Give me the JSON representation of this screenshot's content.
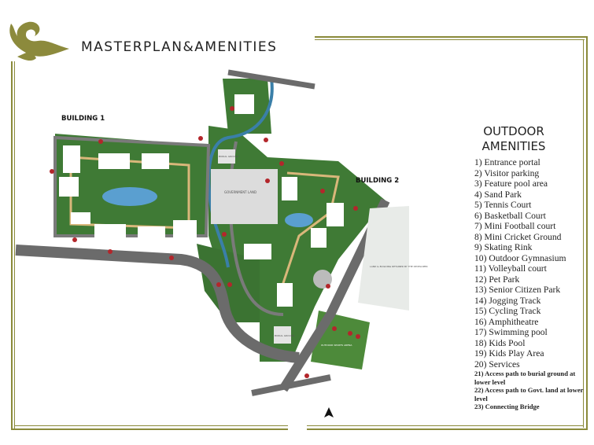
{
  "header": {
    "title": "MASTERPLAN&AMENITIES"
  },
  "legend": {
    "title_line1": "OUTDOOR",
    "title_line2": "AMENITIES",
    "items": [
      "1)  Entrance portal",
      "2)  Visitor parking",
      "3)  Feature pool area",
      "4)  Sand Park",
      "5)  Tennis Court",
      "6)  Basketball Court",
      "7)  Mini Football court",
      "8)  Mini Cricket Ground",
      "9)  Skating Rink",
      "10) Outdoor Gymnasium",
      "11) Volleyball court",
      "12) Pet Park",
      "13) Senior Citizen Park",
      "14) Jogging Track",
      "15) Cycling Track",
      "16) Amphitheatre",
      "17) Swimming pool",
      "18) Kids Pool",
      "19) Kids Play Area",
      "20) Services"
    ],
    "small_items": [
      "21) Access path to burial ground at lower level",
      "22) Access path to Govt. land at lower level",
      "23) Connecting Bridge"
    ]
  },
  "map": {
    "building1_label": "BUILDING 1",
    "building2_label": "BUILDING 2",
    "burial_ground_label": "BURIAL GROUND",
    "government_land_label": "GOVERNMENT LAND",
    "developer_land_label": "LAND & BUILDING RETAINED BY THE DEVELOPER",
    "sports_arena_label": "OUTDOOR SPORTS ARENA",
    "north_icon": "north-arrow-icon",
    "colors": {
      "frame": "#8a8a3a",
      "greenery": "#3f7a35",
      "road": "#6b6b6b",
      "path": "#d9b77a",
      "marker": "#b3262b"
    }
  }
}
